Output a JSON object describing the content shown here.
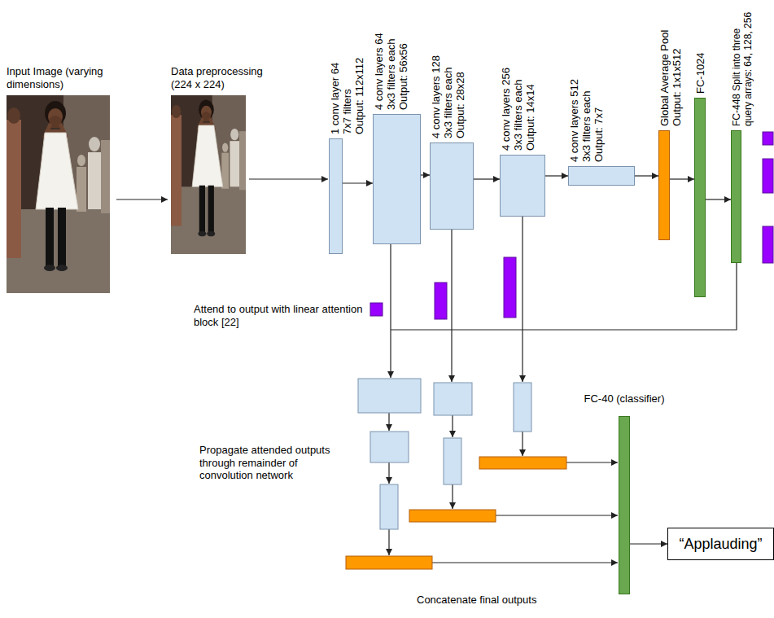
{
  "diagram": {
    "nodes": [
      {
        "text": [
          "1 conv layer 64 7x7 filters Output: 112x112"
        ]
      },
      {
        "text": [
          "4 conv layers 64 3x3 filters each Output: 56x56"
        ]
      },
      {
        "text": [
          "4 conv layers 128 3x3 filters each Output: 28x28"
        ]
      },
      {
        "text": [
          "4 conv layers 256 3x3 filters each Output: 14x14"
        ]
      },
      {
        "text": [
          "4 conv layers 512 3x3 filters each Output: 7x7"
        ]
      },
      {
        "text": [
          "Global Average Pool Output: 1x1x512"
        ]
      },
      {
        "text": [
          "FC-1024"
        ]
      },
      {
        "text": [
          "FC-448 Split into three query arrays: 64, 128, 256"
        ]
      },
      {
        "text": [
          "FC-40 (classifier)"
        ]
      },
      {
        "text": [
          "“Applauding”"
        ]
      }
    ],
    "edges": [
      {
        "from": 0,
        "to": 1,
        "arrow": "to"
      },
      {
        "from": 1,
        "to": 2,
        "arrow": "to"
      },
      {
        "from": 2,
        "to": 3,
        "arrow": "to"
      },
      {
        "from": 3,
        "to": 4,
        "arrow": "to"
      },
      {
        "from": 4,
        "to": 5,
        "arrow": "to"
      },
      {
        "from": 5,
        "to": 6,
        "arrow": "to"
      },
      {
        "from": 6,
        "to": 7,
        "arrow": "to"
      },
      {
        "from": 8,
        "to": 9,
        "arrow": "to"
      }
    ],
    "labels": [
      "Input Image (varying dimensions)",
      "Data preprocessing (224 x 224)",
      "Attend to output with linear attention block [22]",
      "Propagate attended outputs through remainder of convolution network",
      "Concatenate final outputs"
    ]
  }
}
